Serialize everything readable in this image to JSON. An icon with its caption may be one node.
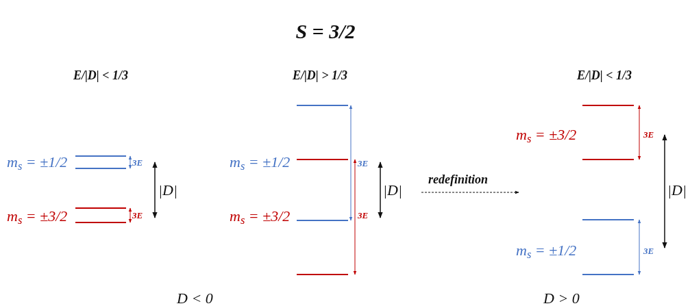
{
  "diagram": {
    "title": "S = 3/2",
    "labels": [
      "E/|D| < 1/3",
      "E/|D| > 1/3",
      "E/|D| < 1/3",
      "m$_{s}$ = ±1/2",
      "3E",
      "|D|",
      "m$_{s}$ = ±3/2",
      "3E",
      "m$_{s}$ = ±1/2",
      "3E",
      "|D|",
      "m$_{s}$ = ±3/2",
      "3E",
      "redefinition",
      "m$_{s}$ = ±3/2",
      "3E",
      "|D|",
      "m$_{s}$ = ±1/2",
      "3E",
      "D < 0",
      "D > 0"
    ]
  }
}
